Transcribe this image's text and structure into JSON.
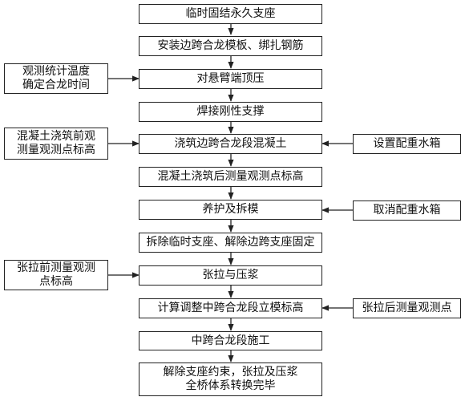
{
  "main_steps": [
    "临时固结永久支座",
    "安装边跨合龙模板、绑扎钢筋",
    "对悬臂端顶压",
    "焊接刚性支撑",
    "浇筑边跨合龙段混凝土",
    "混凝土浇筑后测量观测点标高",
    "养护及拆模",
    "拆除临时支座、解除边跨支座固定",
    "张拉与压浆",
    "计算调整中跨合龙段立模标高",
    "中跨合龙段施工",
    "解除支座约束，张拉及压浆\n全桥体系转换完毕"
  ],
  "left_notes": [
    "观测统计温度\n确定合龙时间",
    "混凝土浇筑前观\n测量观测点标高",
    "张拉前测量观测\n点标高"
  ],
  "right_notes": [
    "设置配重水箱",
    "取消配重水箱",
    "张拉后测量观测点"
  ]
}
